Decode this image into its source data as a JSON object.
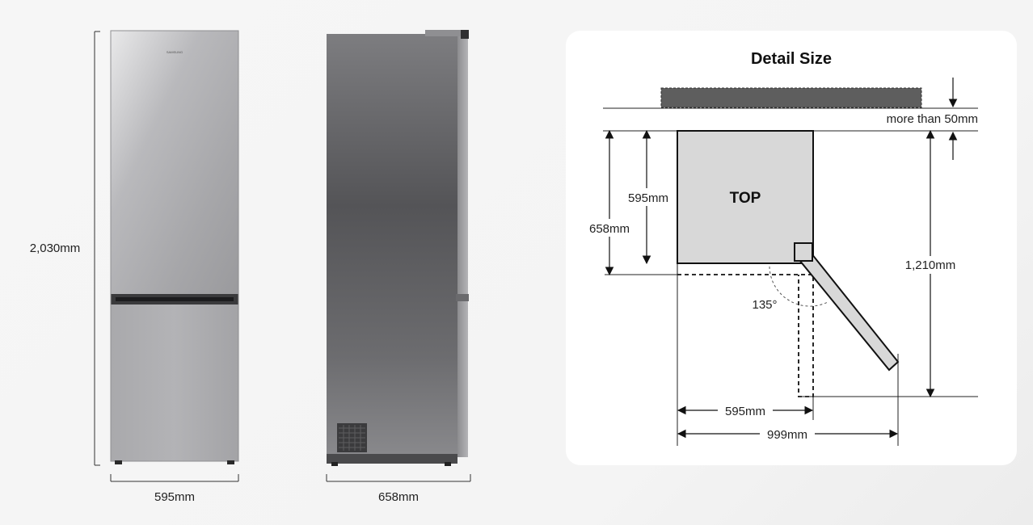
{
  "front": {
    "height_label": "2,030mm",
    "width_label": "595mm",
    "brand": "SAMSUNG"
  },
  "side": {
    "depth_label": "658mm"
  },
  "detail": {
    "title": "Detail Size",
    "top_label": "TOP",
    "clearance_label": "more than 50mm",
    "body_depth_label": "595mm",
    "total_depth_label": "658mm",
    "door_open_depth_label": "1,210mm",
    "angle_label": "135°",
    "width_label": "595mm",
    "open_width_label": "999mm"
  }
}
